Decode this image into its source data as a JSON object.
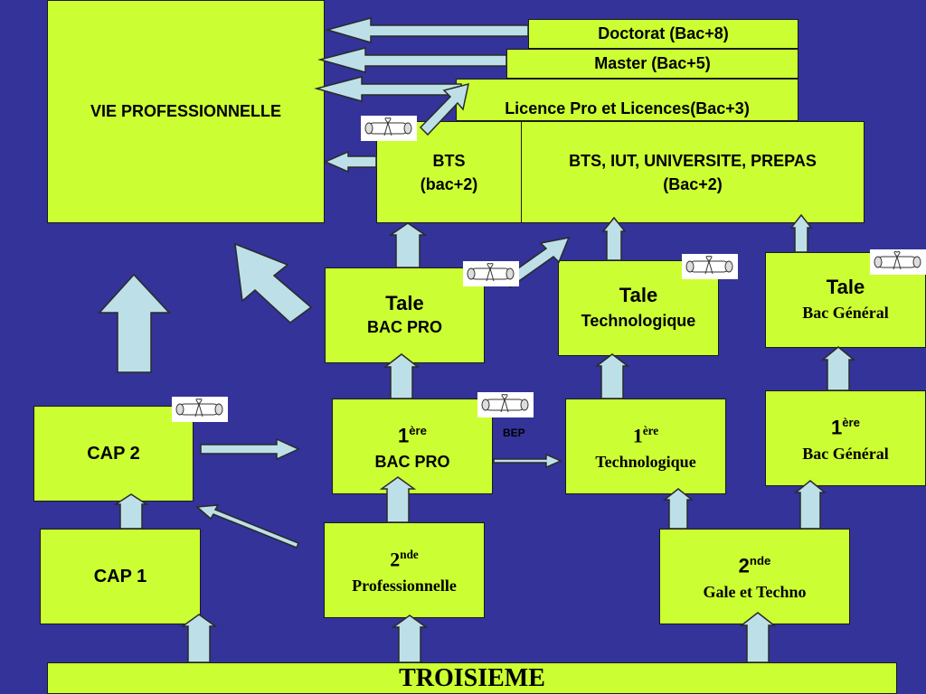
{
  "vie_pro": "VIE PROFESSIONNELLE",
  "doctorat": "Doctorat (Bac+8)",
  "master": "Master (Bac+5)",
  "licence": "Licence Pro et Licences(Bac+3)",
  "bts_title": "BTS",
  "bts_sub": "(bac+2)",
  "bts_iut_line1": "BTS, IUT, UNIVERSITE, PREPAS",
  "bts_iut_line2": "(Bac+2)",
  "tale_pro_title": "Tale",
  "tale_pro_sub": "BAC PRO",
  "tale_techno_title": "Tale",
  "tale_techno_sub": "Technologique",
  "tale_gen_title": "Tale",
  "tale_gen_sub": "Bac Général",
  "premiere_num": "1",
  "premiere_sup": "ère",
  "premiere_pro_sub": "BAC PRO",
  "premiere_techno_sub": "Technologique",
  "premiere_gen_sub": "Bac Général",
  "bep": "BEP",
  "cap2": "CAP 2",
  "cap1": "CAP 1",
  "seconde_num": "2",
  "seconde_sup": "nde",
  "seconde_pro_sub": "Professionnelle",
  "seconde_gen_sub": "Gale et Techno",
  "troisieme": "TROISIEME",
  "icons": {
    "diploma": "diploma-scroll-icon",
    "arrow": "arrow-icon"
  },
  "colors": {
    "background": "#33339a",
    "box": "#ccff33",
    "arrow": "#bde0e8"
  }
}
